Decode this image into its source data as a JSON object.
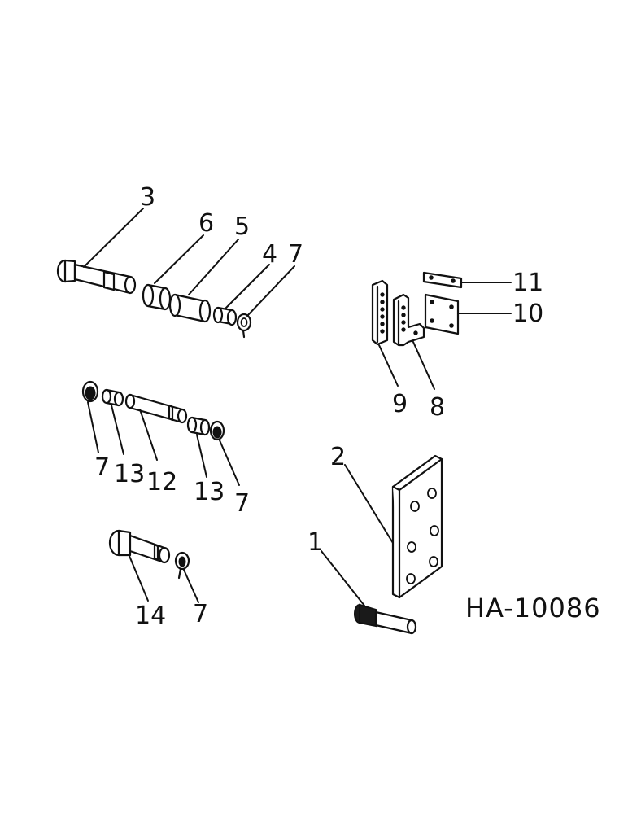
{
  "drawing_number": "HA-10086",
  "callouts": {
    "c3": "3",
    "c6": "6",
    "c5": "5",
    "c4": "4",
    "c7a": "7",
    "c11": "11",
    "c10": "10",
    "c9": "9",
    "c8": "8",
    "c7b": "7",
    "c13a": "13",
    "c12": "12",
    "c13b": "13",
    "c7c": "7",
    "c2": "2",
    "c1": "1",
    "c14": "14",
    "c7d": "7"
  }
}
